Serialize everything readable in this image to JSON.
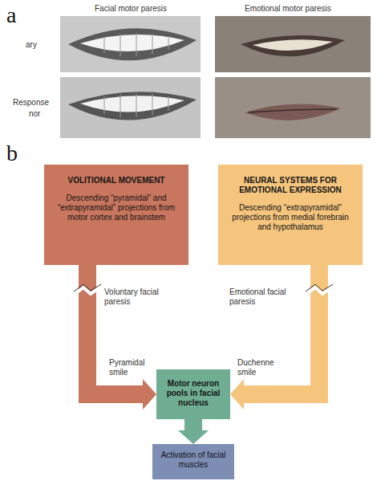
{
  "diagram": {
    "nodes": [
      {
        "text": [
          "VOLITIONAL MOVEMENT",
          "Descending “pyramidal” and “extrapyramidal” projections from motor cortex and brainstem"
        ]
      },
      {
        "text": [
          "NEURAL SYSTEMS FOR EMOTIONAL EXPRESSION",
          "Descending “extrapyramidal” projections from medial forebrain and hypothalamus"
        ]
      },
      {
        "text": [
          "Motor neuron pools in facial nucleus"
        ]
      },
      {
        "text": [
          "Activation of facial muscles"
        ]
      }
    ],
    "edges": [
      {
        "from": 0,
        "to": 2,
        "arrow": "to"
      },
      {
        "from": 1,
        "to": 2,
        "arrow": "to"
      },
      {
        "from": 2,
        "to": 3,
        "arrow": "to"
      }
    ],
    "labels": [
      "a",
      "Facial motor paresis",
      "Emotional motor paresis",
      "ary",
      "Response",
      "nor",
      "b",
      "Voluntary facial paresis",
      "Pyramidal smile",
      "Emotional facial paresis",
      "Duchenne smile"
    ]
  }
}
